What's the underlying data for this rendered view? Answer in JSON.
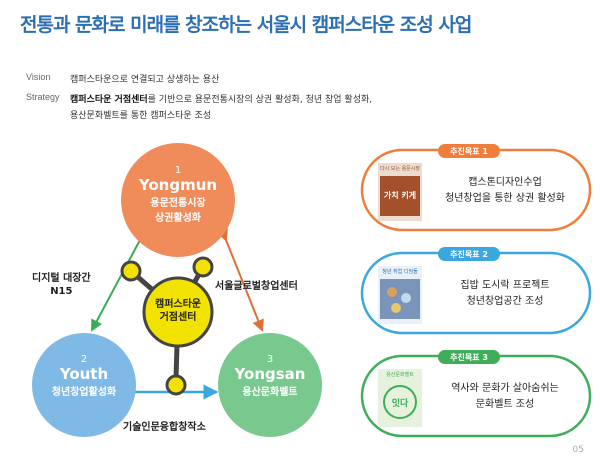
{
  "title": "전통과 문화로 미래를 창조하는 서울시 캠퍼스타운 조성 사업",
  "vision": {
    "label": "Vision",
    "text": "캠퍼스타운으로 연결되고 상생하는 용산"
  },
  "strategy": {
    "label": "Strategy",
    "bold": "캠퍼스타운 거점센터",
    "line1": "를 기반으로 용문전통시장의 상권 활성화, 청년 창업 활성화,",
    "line2": "용산문화벨트를 통한 캠퍼스타운 조성"
  },
  "center": {
    "line1": "캠퍼스타운",
    "line2": "거점센터"
  },
  "circles": [
    {
      "num": "1",
      "name": "Yongmun",
      "line1": "용문전통시장",
      "line2": "상권활성화",
      "color": "#f08c5a"
    },
    {
      "num": "2",
      "name": "Youth",
      "line1": "청년창업활성화",
      "line2": "",
      "color": "#7fb9e6"
    },
    {
      "num": "3",
      "name": "Yongsan",
      "line1": "용산문화벨트",
      "line2": "",
      "color": "#79c98e"
    }
  ],
  "links": {
    "left_line1": "디지털 대장간",
    "left_line2": "N15",
    "right": "서울글로벌창업센터",
    "bottom": "기술인문융합창작소"
  },
  "goals": [
    {
      "tag": "추진목표 1",
      "img_caption": "다시 모는 용문시장",
      "img_text": "가치 키게",
      "line1": "캡스톤디자인수업",
      "line2": "청년창업을 통한 상권 활성화",
      "color": "#ef7d3c"
    },
    {
      "tag": "추진목표 2",
      "img_caption": "청년 취업 디딤돌",
      "img_text": "",
      "line1": "집밥 도시락 프로젝트",
      "line2": "청년창업공간 조성",
      "color": "#3aa7de"
    },
    {
      "tag": "추진목표 3",
      "img_caption": "용산문화벨트",
      "img_text": "잇다",
      "line1": "역사와 문화가 살아숨쉬는",
      "line2": "문화벨트 조성",
      "color": "#3fae5a"
    }
  ],
  "page_number": "05",
  "colors": {
    "title": "#2c6fb3",
    "center": "#f2e200",
    "connector": "#444444"
  }
}
